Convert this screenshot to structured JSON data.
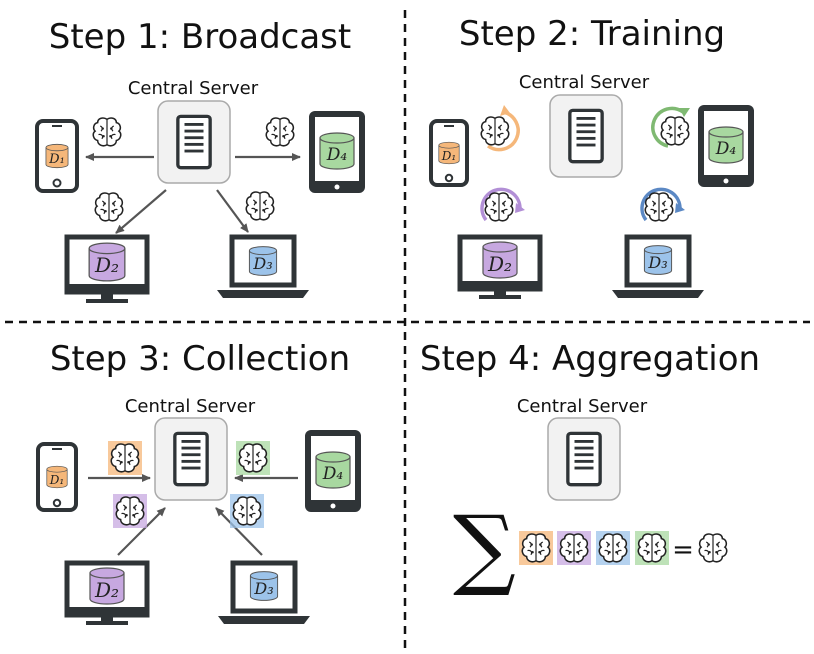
{
  "steps": [
    {
      "title": "Step 1: Broadcast",
      "server": "Central Server",
      "datasets": [
        "D₁",
        "D₂",
        "D₃",
        "D₄"
      ]
    },
    {
      "title": "Step 2: Training",
      "server": "Central Server",
      "datasets": [
        "D₁",
        "D₂",
        "D₃",
        "D₄"
      ]
    },
    {
      "title": "Step 3: Collection",
      "server": "Central Server",
      "datasets": [
        "D₁",
        "D₂",
        "D₃",
        "D₄"
      ]
    },
    {
      "title": "Step 4: Aggregation",
      "server": "Central Server"
    }
  ],
  "aggregation": {
    "sum_symbol": "∑",
    "equals": "="
  },
  "colors": {
    "client1": "#f5b77a",
    "client2": "#c7a8e0",
    "client3": "#9cc3ea",
    "client4": "#a8d8a0",
    "server_fill": "#f2f2f2",
    "device": "#2f3437"
  },
  "icons": [
    "brain-icon",
    "server-icon",
    "phone-icon",
    "tablet-icon",
    "monitor-icon",
    "laptop-icon",
    "database-icon",
    "cycle-arrow-icon"
  ]
}
